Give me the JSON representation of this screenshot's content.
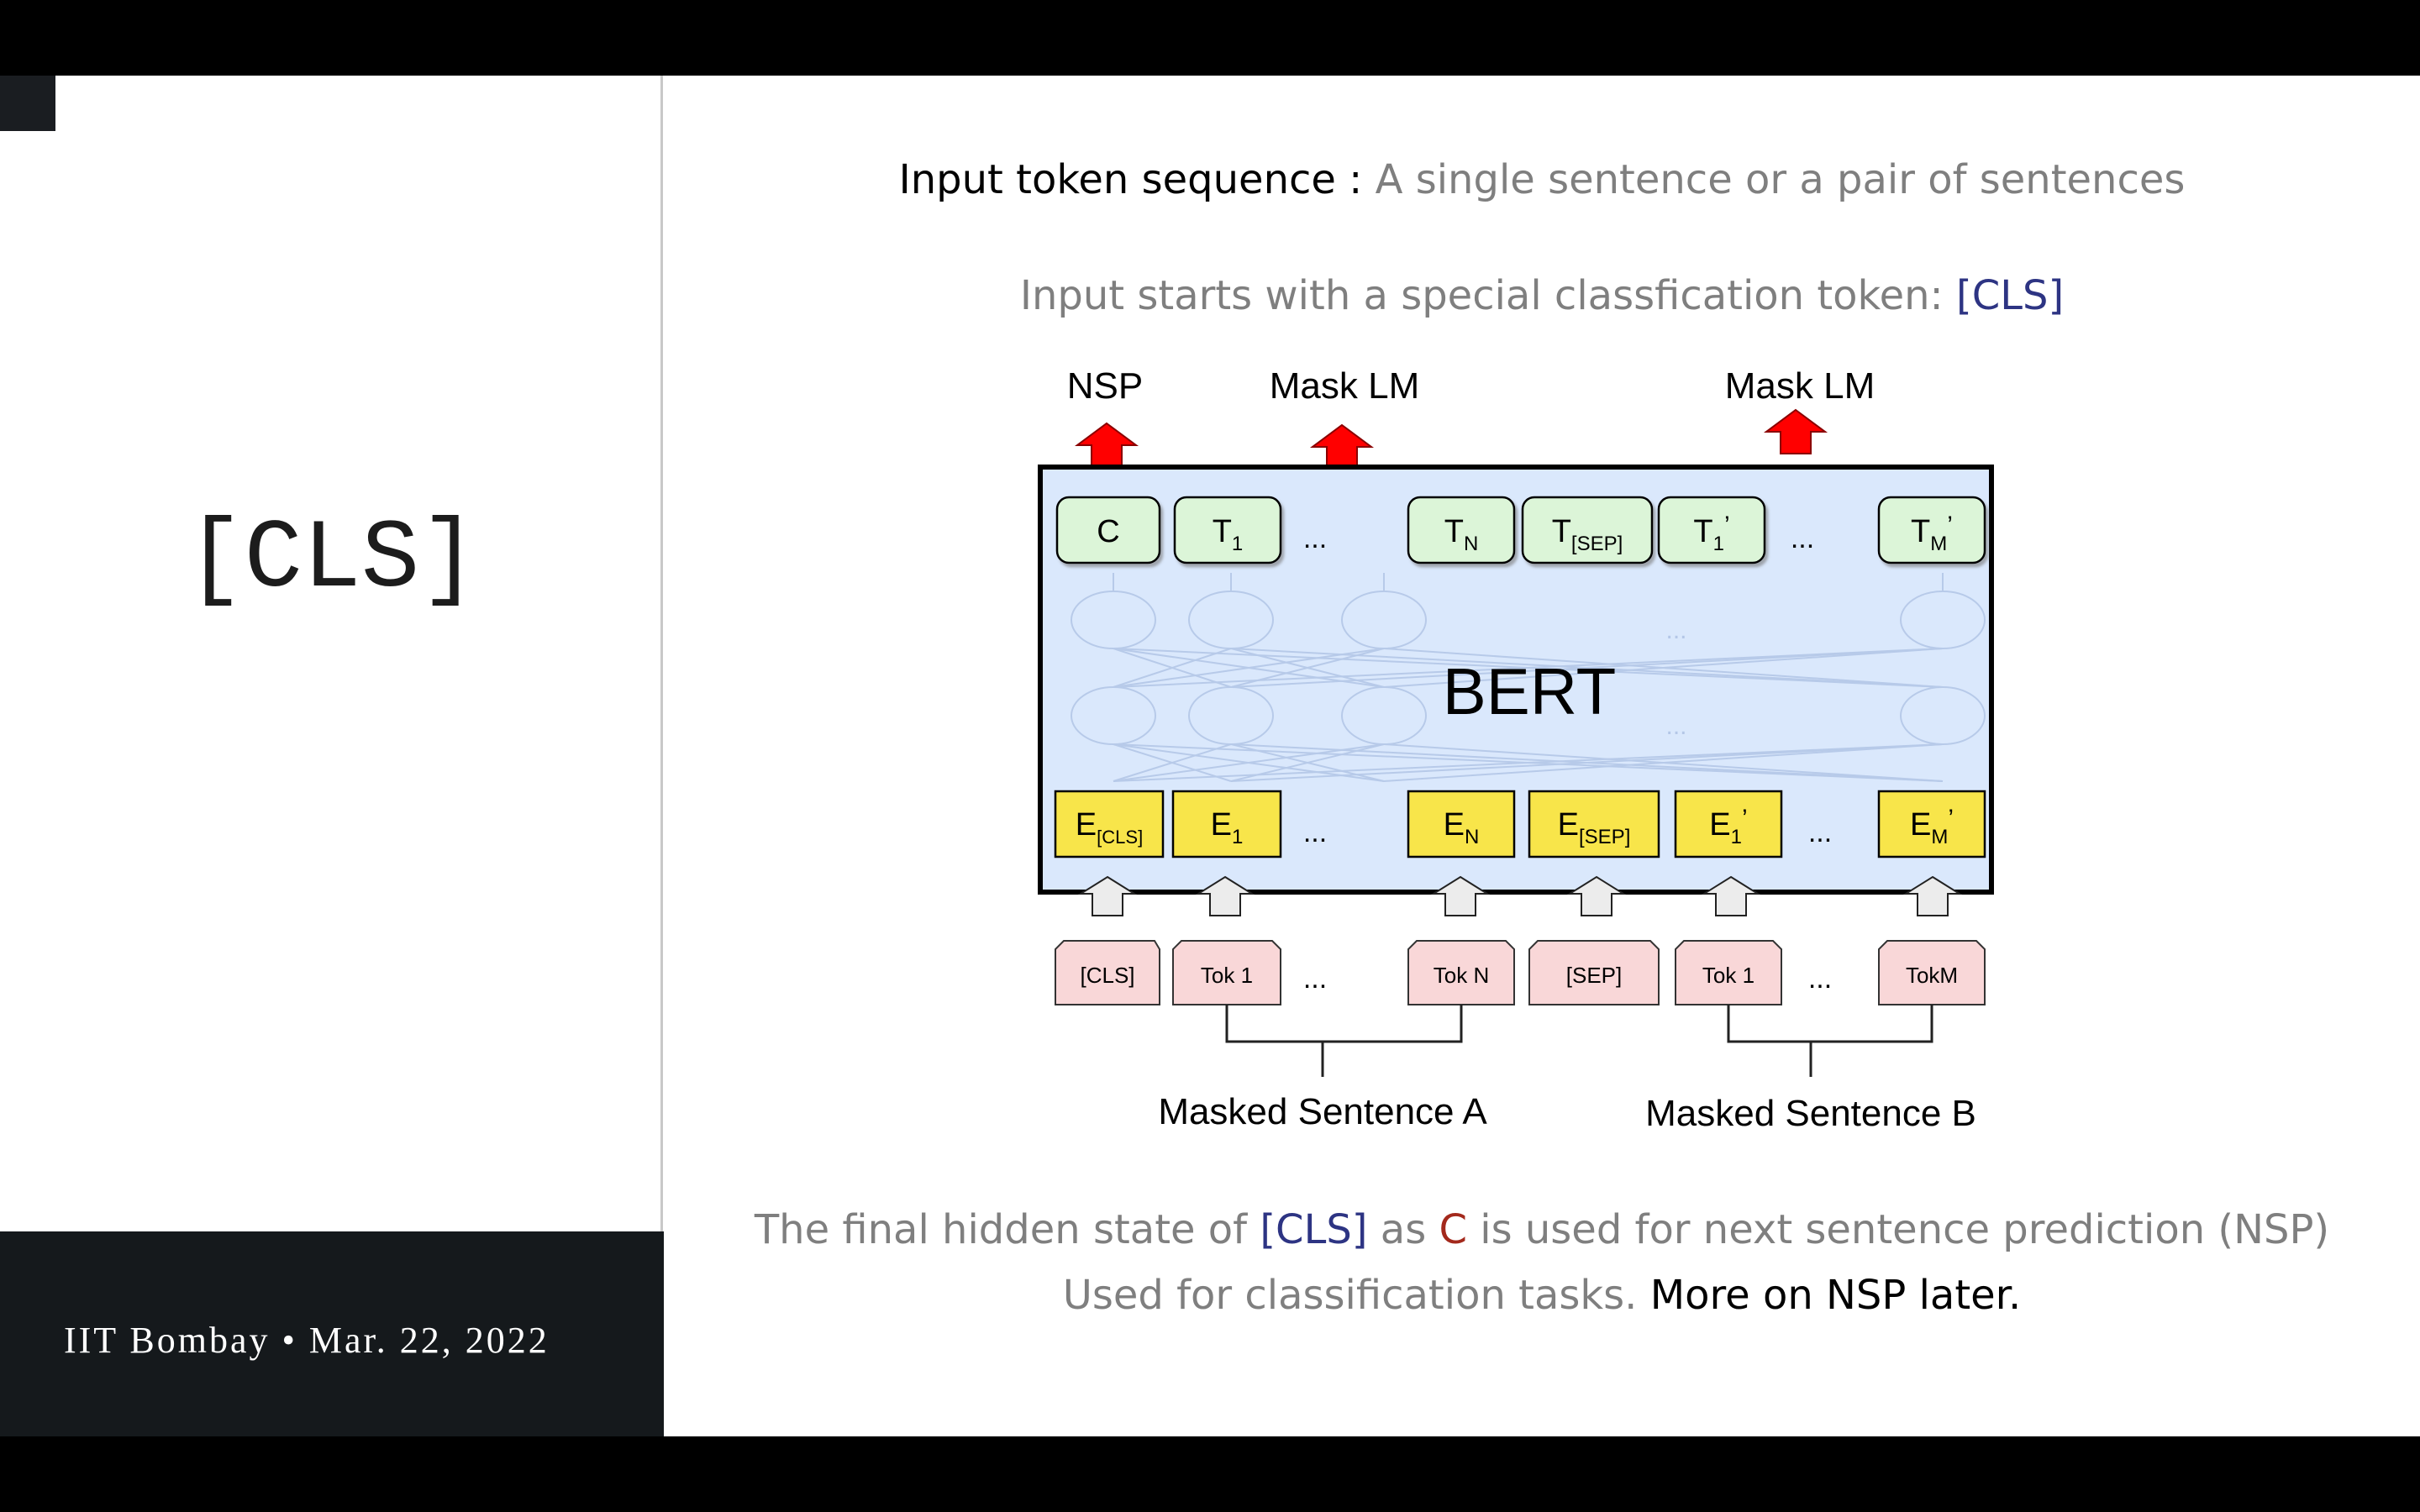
{
  "slide": {
    "title": "[CLS]",
    "footer": "IIT Bombay • Mar. 22, 2022",
    "line1": {
      "bold": "Input token sequence :",
      "rest": "A single sentence or a pair of sentences"
    },
    "line2": {
      "prefix": "Input starts with a special classfication token:",
      "token": "[CLS]"
    },
    "line3": {
      "part1": "The final hidden state of",
      "cls": "[CLS]",
      "as": "as",
      "c": "C",
      "part2": "is used for next sentence prediction (NSP)"
    },
    "line4": {
      "gray": "Used for classification tasks.",
      "dark": "More on NSP later."
    }
  },
  "diagram": {
    "heads": {
      "nsp": "NSP",
      "mlm1": "Mask LM",
      "mlm2": "Mask LM"
    },
    "bert": "BERT",
    "ellipsis": "...",
    "faded_ellipsis": "...",
    "outputs": {
      "c": "C",
      "t1": {
        "base": "T",
        "sub": "1"
      },
      "tn": {
        "base": "T",
        "sub": "N"
      },
      "tsep": {
        "base": "T",
        "sub": "[SEP]"
      },
      "t1p": {
        "base": "T",
        "sub": "1",
        "prime": "’"
      },
      "tmp": {
        "base": "T",
        "sub": "M",
        "prime": "’"
      }
    },
    "embeddings": {
      "ecls": {
        "base": "E",
        "sub": "[CLS]"
      },
      "e1": {
        "base": "E",
        "sub": "1"
      },
      "en": {
        "base": "E",
        "sub": "N"
      },
      "esep": {
        "base": "E",
        "sub": "[SEP]"
      },
      "e1p": {
        "base": "E",
        "sub": "1",
        "prime": "’"
      },
      "emp": {
        "base": "E",
        "sub": "M",
        "prime": "’"
      }
    },
    "tokens": {
      "cls": "[CLS]",
      "tok1": "Tok 1",
      "tokn": "Tok N",
      "sep": "[SEP]",
      "tok1b": "Tok 1",
      "tokm": "TokM"
    },
    "sentence_a": "Masked Sentence A",
    "sentence_b": "Masked Sentence B",
    "colors": {
      "bert_bg": "#dae8fc",
      "output_fill": "#dcf5d8",
      "embed_fill": "#f8e54a",
      "token_fill": "#f9d7d8",
      "arrow_red": "#ff0000"
    }
  }
}
